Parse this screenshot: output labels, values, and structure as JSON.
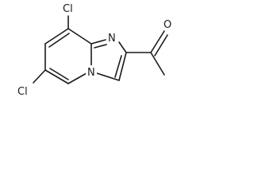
{
  "structure": {
    "atoms": [
      {
        "id": "cl_top",
        "label": "Cl"
      },
      {
        "id": "cl_left",
        "label": "Cl"
      },
      {
        "id": "n_imine",
        "label": "N"
      },
      {
        "id": "n_bridge",
        "label": "N"
      },
      {
        "id": "o_carbonyl",
        "label": "O"
      }
    ]
  }
}
